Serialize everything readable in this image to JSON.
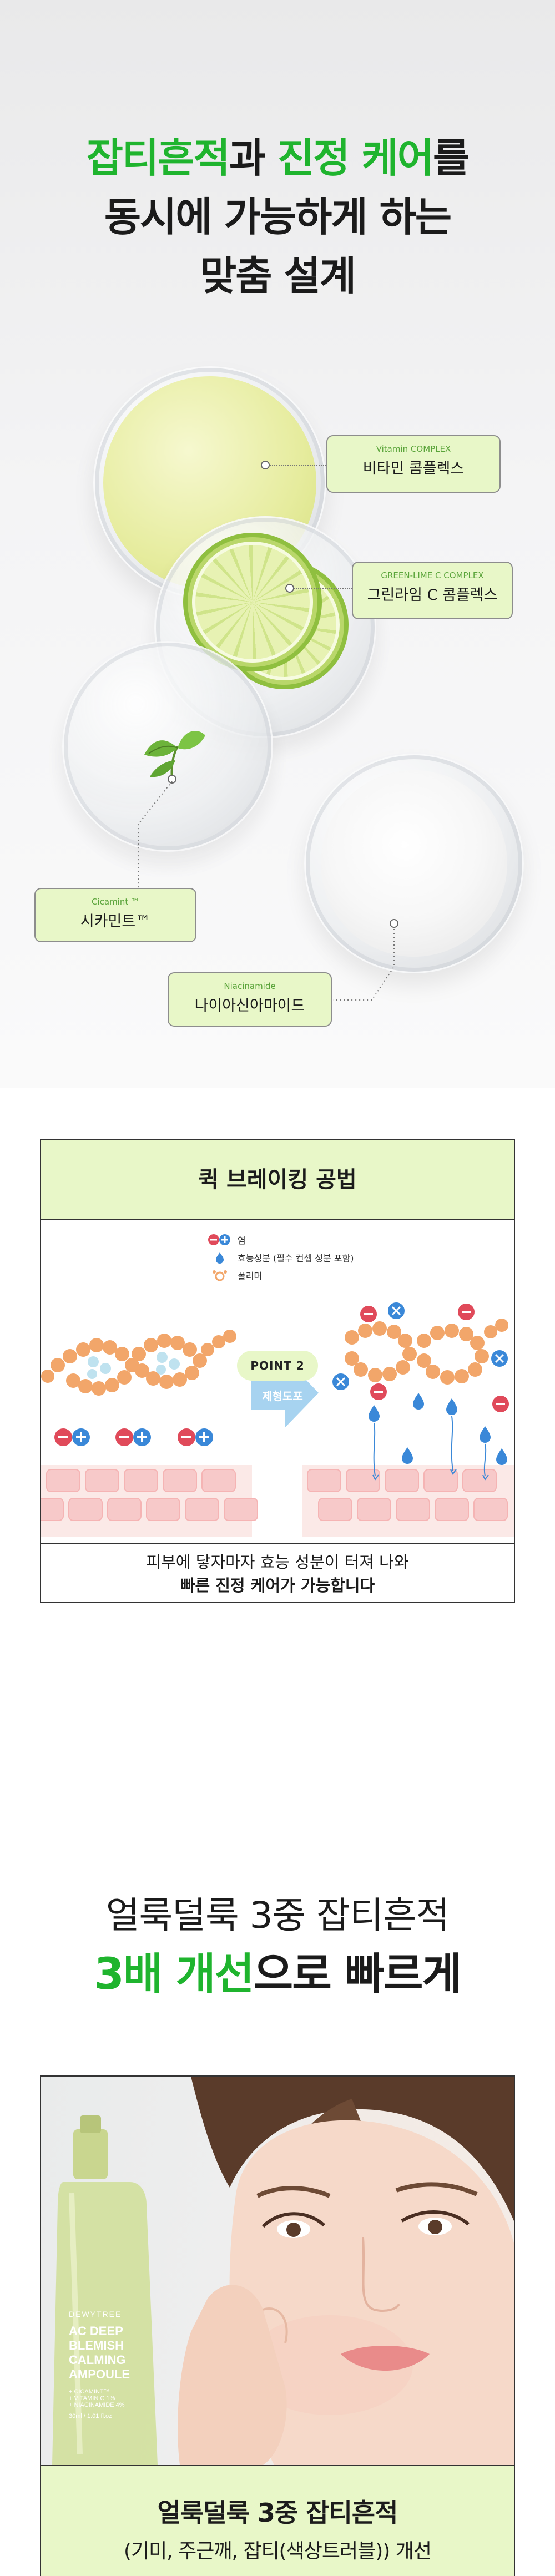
{
  "hero": {
    "title_line1_green_a": "잡티흔적",
    "title_line1_mid": "과 ",
    "title_line1_green_b": "진정 케어",
    "title_line1_end": "를",
    "title_line2": "동시에 가능하게 하는",
    "title_line3": "맞춤 설계",
    "ingredients": [
      {
        "en": "Vitamin COMPLEX",
        "ko": "비타민 콤플렉스"
      },
      {
        "en": "GREEN-LIME C COMPLEX",
        "ko": "그린라임 C 콤플렉스"
      },
      {
        "en": "Cicamint ™",
        "ko": "시카민트™"
      },
      {
        "en": "Niacinamide",
        "ko": "나이아신아마이드"
      }
    ]
  },
  "quick_breaking": {
    "title": "퀵 브레이킹 공법",
    "legend": [
      {
        "label": "염"
      },
      {
        "label": "효능성분 (필수 컨셉 성분 포함)"
      },
      {
        "label": "폴리머"
      }
    ],
    "arrow_label": "제형도포",
    "desc_line1": "피부에 닿자마자 효능 성분이 터져 나와",
    "desc_line2": "빠른 진정 케어가 가능합니다",
    "colors": {
      "accent_green": "#1fb42e",
      "pale_green": "#e8f7c8",
      "bead": "#f2a66a",
      "plus": "#3a88d8",
      "minus": "#e04a5a"
    }
  },
  "point2": {
    "pill": "POINT 2",
    "line1": "얼룩덜룩 3중 잡티흔적",
    "line2_green": "3배 개선",
    "line2_end": "으로 빠르게",
    "product": {
      "brand": "DEWYTREE",
      "name_lines": [
        "AC DEEP",
        "BLEMISH",
        "CALMING",
        "AMPOULE"
      ],
      "sub_lines": [
        "+ CICAMINT™",
        "+ VITAMIN C 1%",
        "+ NIACINAMIDE 4%"
      ],
      "volume": "30ml / 1.01 fl.oz"
    },
    "caption_line1": "얼룩덜룩 3중 잡티흔적",
    "caption_line2": "(기미, 주근깨, 잡티(색상트러블)) 개선"
  }
}
